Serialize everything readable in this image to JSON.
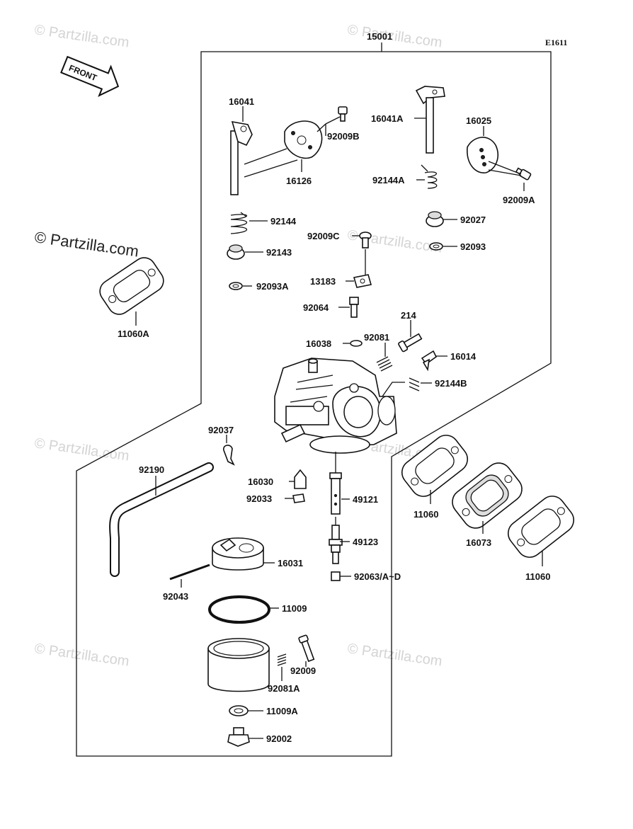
{
  "diagram_code": "E1611",
  "assembly_label": "15001",
  "front_label": "FRONT",
  "watermarks": [
    "© Partzilla.com",
    "© Partzilla.com",
    "© Partzilla.com",
    "© Partzilla.com",
    "© Partzilla.com",
    "© Partzilla.com",
    "© Partzilla.com"
  ],
  "watermark_dark": "© Partzilla.com",
  "parts": [
    "16041",
    "92009B",
    "16126",
    "16041A",
    "16025",
    "92144A",
    "92009A",
    "92144",
    "92027",
    "92009C",
    "92143",
    "92093",
    "13183",
    "92093A",
    "11060A",
    "92064",
    "214",
    "16038",
    "92081",
    "16014",
    "92144B",
    "92037",
    "92190",
    "16030",
    "49121",
    "92033",
    "11060",
    "16073",
    "49123",
    "16031",
    "11060",
    "92063/A~D",
    "92043",
    "11009",
    "92009",
    "92081A",
    "11009A",
    "92002"
  ]
}
